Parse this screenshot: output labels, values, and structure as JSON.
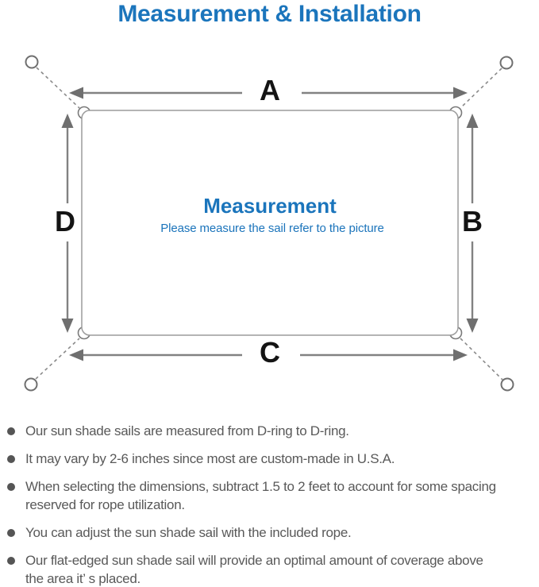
{
  "page_title": "Measurement & Installation",
  "diagram": {
    "labels": {
      "top": "A",
      "right": "B",
      "bottom": "C",
      "left": "D"
    },
    "center_title": "Measurement",
    "center_subtitle": "Please measure the sail refer to the picture"
  },
  "notes": [
    {
      "lines": [
        "Our sun shade sails are measured from D-ring to D-ring."
      ]
    },
    {
      "lines": [
        "It may vary by 2-6 inches since most are custom-made in U.S.A."
      ]
    },
    {
      "lines": [
        "When selecting the dimensions, subtract 1.5 to 2 feet to account for some spacing",
        "reserved for rope utilization."
      ]
    },
    {
      "lines": [
        "You can adjust the sun shade sail with the included rope."
      ]
    },
    {
      "lines": [
        "Our flat-edged sun shade sail will provide an optimal amount of coverage above",
        "the area it’ s placed."
      ]
    }
  ],
  "colors": {
    "heading_blue": "#1b75bc",
    "body_gray": "#595959",
    "line_gray": "#828282",
    "outline_gray": "#9c9c9c",
    "label_black": "#141414"
  }
}
